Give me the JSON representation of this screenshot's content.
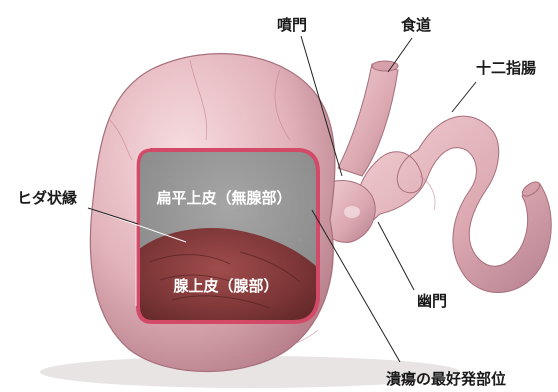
{
  "labels": {
    "cardia": "噴門",
    "esophagus": "食道",
    "duodenum": "十二指腸",
    "rugal_fold": "ヒダ状縁",
    "squamous_epithelium": "扁平上皮（無腺部）",
    "glandular_epithelium": "腺上皮（腺部）",
    "pylorus": "幽門",
    "ulcer_site": "潰瘍の最好発部位"
  },
  "colors": {
    "stomach_wall": "#e8b9c0",
    "stomach_shadow": "#b8808b",
    "rim": "#d24a68",
    "squamous_region": "#8b8b8b",
    "glandular_region": "#7a3a3c",
    "label_dark": "#1a1a1a",
    "label_light": "#ffffff"
  }
}
